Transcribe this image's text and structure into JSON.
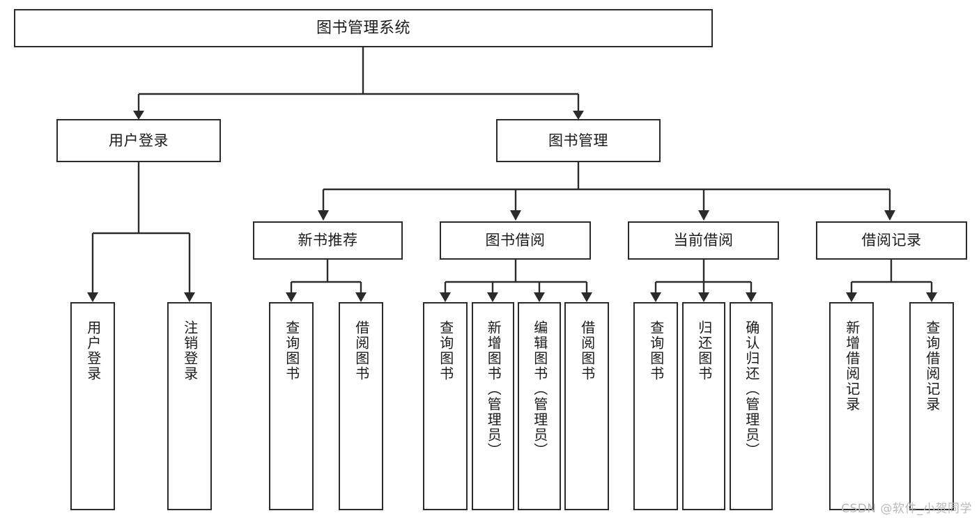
{
  "diagram": {
    "type": "tree",
    "title": "图书管理系统",
    "root": {
      "id": "root",
      "label": "图书管理系统",
      "orientation": "horizontal"
    },
    "level2": [
      {
        "id": "user-login",
        "label": "用户登录",
        "orientation": "horizontal"
      },
      {
        "id": "book-manage",
        "label": "图书管理",
        "orientation": "horizontal"
      }
    ],
    "level3": [
      {
        "id": "new-book-rec",
        "label": "新书推荐",
        "orientation": "horizontal",
        "parent": "book-manage"
      },
      {
        "id": "book-borrow",
        "label": "图书借阅",
        "orientation": "horizontal",
        "parent": "book-manage"
      },
      {
        "id": "current-borrow",
        "label": "当前借阅",
        "orientation": "horizontal",
        "parent": "book-manage"
      },
      {
        "id": "borrow-record",
        "label": "借阅记录",
        "orientation": "horizontal",
        "parent": "book-manage"
      }
    ],
    "leaves": [
      {
        "id": "leaf-user-login",
        "label": "用户登录",
        "parent": "user-login"
      },
      {
        "id": "leaf-logout",
        "label": "注销登录",
        "parent": "user-login"
      },
      {
        "id": "leaf-query-book-1",
        "label": "查询图书",
        "parent": "new-book-rec"
      },
      {
        "id": "leaf-borrow-book-1",
        "label": "借阅图书",
        "parent": "new-book-rec"
      },
      {
        "id": "leaf-query-book-2",
        "label": "查询图书",
        "parent": "book-borrow"
      },
      {
        "id": "leaf-add-book",
        "label": "新增图书（管理员）",
        "parent": "book-borrow"
      },
      {
        "id": "leaf-edit-book",
        "label": "编辑图书（管理员）",
        "parent": "book-borrow"
      },
      {
        "id": "leaf-borrow-book-2",
        "label": "借阅图书",
        "parent": "book-borrow"
      },
      {
        "id": "leaf-query-book-3",
        "label": "查询图书",
        "parent": "current-borrow"
      },
      {
        "id": "leaf-return-book",
        "label": "归还图书",
        "parent": "current-borrow"
      },
      {
        "id": "leaf-confirm-return",
        "label": "确认归还（管理员）",
        "parent": "current-borrow"
      },
      {
        "id": "leaf-add-record",
        "label": "新增借阅记录",
        "parent": "borrow-record"
      },
      {
        "id": "leaf-query-record",
        "label": "查询借阅记录",
        "parent": "borrow-record"
      }
    ]
  },
  "watermark": {
    "text": "CSDN @软件_小贺同学"
  },
  "colors": {
    "stroke": "#2b2b2b",
    "background": "#ffffff",
    "text": "#1b1b1b",
    "watermark": "#b9b9b9"
  }
}
